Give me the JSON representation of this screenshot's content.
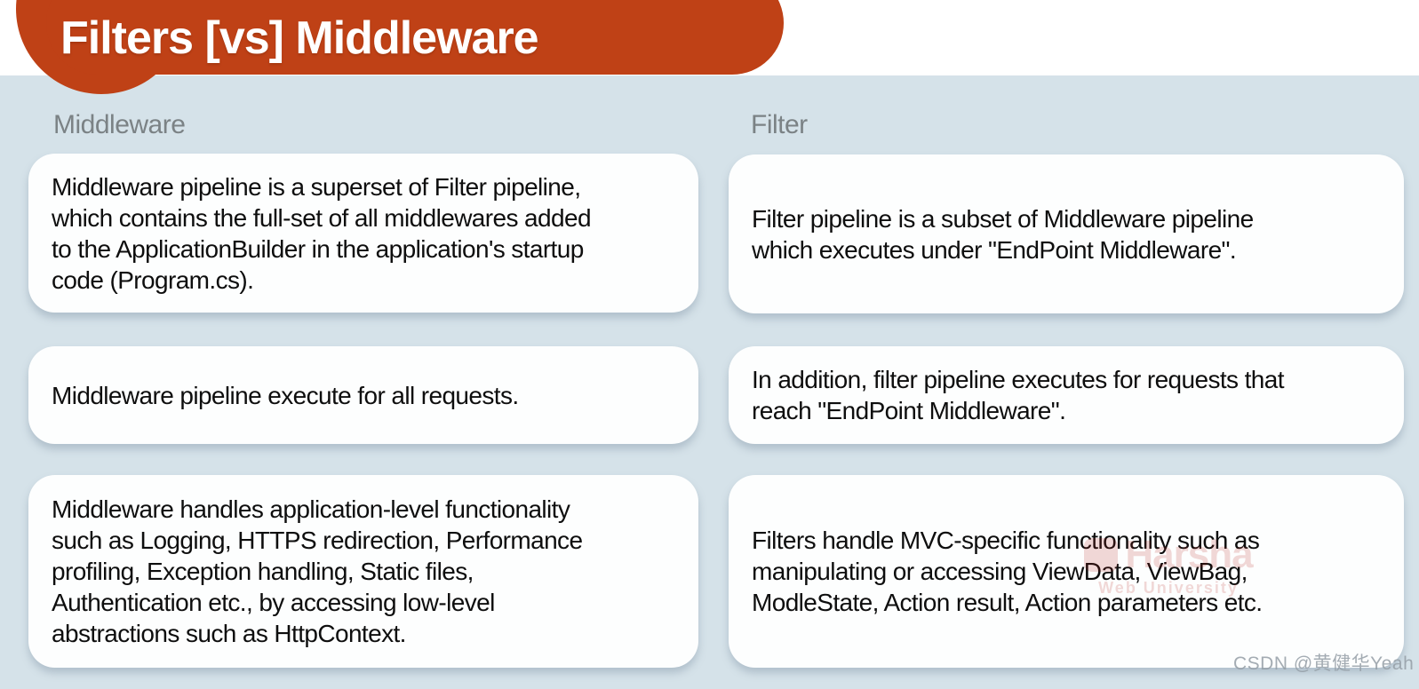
{
  "banner": {
    "title": "Filters [vs] Middleware",
    "bg_color": "#bf4116",
    "text_color": "#ffffff"
  },
  "background": {
    "top_strip_color": "#ffffff",
    "panel_color": "#d5e2e9",
    "card_color": "#fdfefe"
  },
  "columns": [
    {
      "header": "Middleware",
      "cards": [
        "Middleware pipeline is a superset of Filter pipeline,\nwhich contains the full-set of all middlewares added\nto the ApplicationBuilder in the application's startup\ncode (Program.cs).",
        "Middleware pipeline execute for all requests.",
        "Middleware handles application-level functionality\nsuch as Logging, HTTPS redirection, Performance\nprofiling, Exception handling, Static files,\nAuthentication etc., by accessing low-level\nabstractions such as HttpContext."
      ]
    },
    {
      "header": "Filter",
      "cards": [
        "Filter pipeline is a subset of Middleware pipeline\nwhich executes under \"EndPoint Middleware\".",
        "In addition, filter pipeline executes for requests that\nreach \"EndPoint Middleware\".",
        "Filters handle MVC-specific functionality such as\nmanipulating or accessing ViewData, ViewBag,\nModleState, Action result, Action parameters etc."
      ]
    }
  ],
  "watermarks": {
    "csdn": "CSDN @黄健华Yeah",
    "harsha_title": "Harsha",
    "harsha_subtitle": "Web University"
  }
}
